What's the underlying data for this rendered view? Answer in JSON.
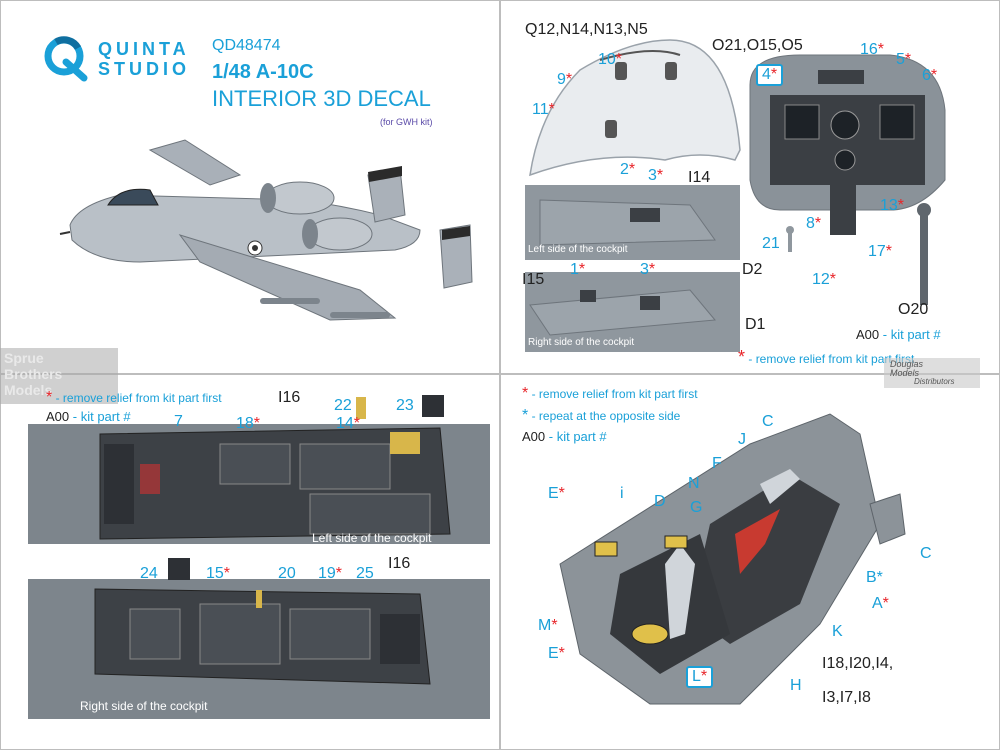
{
  "brand": {
    "line1": "QUINTA",
    "line2": "STUDIO",
    "color": "#1aa0d8"
  },
  "product": {
    "code": "QD48474",
    "scale_model": "1/48 A-10C",
    "title": "INTERIOR 3D DECAL",
    "note": "(for GWH kit)"
  },
  "watermark_left": {
    "l1": "Sprue",
    "l2": "Brothers",
    "l3": "Models"
  },
  "watermark_right": {
    "l1": "Douglas",
    "l2": "Models",
    "l3": "Distributors"
  },
  "legend": {
    "remove_relief": "- remove relief from kit part first",
    "repeat_opposite": "- repeat at the opposite side",
    "kit_part_code": "A00",
    "kit_part_text": "- kit part #",
    "star_red": "*",
    "star_blue": "*"
  },
  "q2": {
    "canopy_parts": "Q12,N14,N13,N5",
    "panel_parts": "O21,O15,O5",
    "sticks_part": "O20",
    "callouts": {
      "c10": "10",
      "c9": "9",
      "c11": "11",
      "c4": "4",
      "c16": "16",
      "c5": "5",
      "c6": "6",
      "c2": "2",
      "c3a": "3",
      "c3b": "3",
      "c1": "1",
      "c8": "8",
      "c13": "13",
      "c21": "21",
      "c12": "12",
      "c17": "17",
      "p14": "I14",
      "p15": "I15",
      "d2": "D2",
      "d1": "D1"
    },
    "left_caption": "Left side of the cockpit",
    "right_caption": "Right side of the cockpit"
  },
  "q3": {
    "callouts": {
      "c7": "7",
      "c18": "18",
      "c16": "I16",
      "c22": "22",
      "c23": "23",
      "c14": "14",
      "c24": "24",
      "c15": "15",
      "c20": "20",
      "c19": "19",
      "c25": "25",
      "c16b": "I16"
    },
    "left_caption": "Left side of the cockpit",
    "right_caption": "Right side of the cockpit"
  },
  "q4": {
    "callouts": {
      "C1": "C",
      "J": "J",
      "F": "F",
      "N": "N",
      "i": "i",
      "D": "D",
      "G": "G",
      "E1": "E",
      "C2": "C",
      "B": "B",
      "A": "A",
      "K": "K",
      "M": "M",
      "E2": "E",
      "L": "L",
      "H": "H"
    },
    "parts": "I18,I20,I4,",
    "parts2": "I3,I7,I8"
  },
  "colors": {
    "accent": "#1aa0d8",
    "star": "#e8262b",
    "gray_part": "#8c9399",
    "panel_dark": "#2d3035"
  }
}
